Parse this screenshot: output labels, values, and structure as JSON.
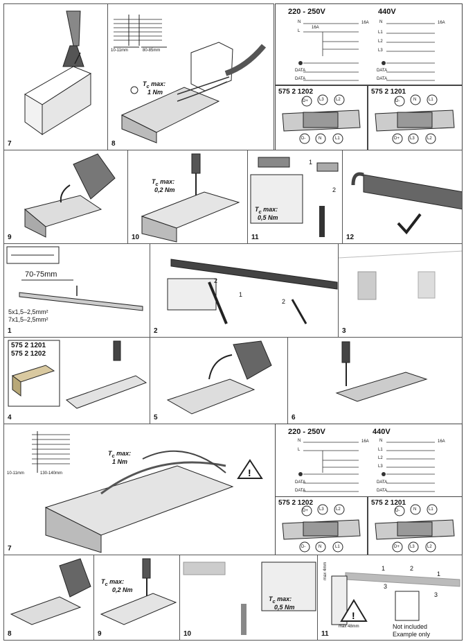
{
  "top": {
    "p7": {
      "num": "7"
    },
    "p8": {
      "num": "8",
      "dim1": "10-11mm",
      "dim2": "80-85mm",
      "tc_label": "T",
      "tc_sub": "c",
      "tc_suffix": " max:",
      "torque": "1 Nm"
    },
    "wiring": {
      "v1": "220 - 250V",
      "v2": "440V",
      "left_labels": [
        "N",
        "L"
      ],
      "right_labels": [
        "N",
        "L1",
        "L2",
        "L3"
      ],
      "fuse": "16A",
      "data": "DATA",
      "model_a": "575 2 1202",
      "model_b": "575 2 1201",
      "a_top": [
        "D+",
        "L3",
        "L2"
      ],
      "a_bottom": [
        "D-",
        "N",
        "L1"
      ],
      "b_top": [
        "D-",
        "N",
        "L1"
      ],
      "b_bottom": [
        "D+",
        "L3",
        "L2"
      ]
    }
  },
  "row2": {
    "p9": {
      "num": "9"
    },
    "p10": {
      "num": "10",
      "tc_label": "T",
      "tc_sub": "c",
      "tc_suffix": " max:",
      "torque": "0,2 Nm"
    },
    "p11": {
      "num": "11",
      "tc_label": "T",
      "tc_sub": "c",
      "tc_suffix": " max:",
      "torque": "0,5 Nm",
      "step1": "1",
      "step2": "2"
    },
    "p12": {
      "num": "12"
    }
  },
  "row3": {
    "p1": {
      "num": "1",
      "dim": "70-75mm",
      "wire1": "5x1,5–2,5mm²",
      "wire2": "7x1,5–2,5mm²"
    },
    "p2": {
      "num": "2",
      "s1": "1",
      "s2": "2",
      "s2b": "2"
    },
    "p3": {
      "num": "3"
    }
  },
  "row4": {
    "p4": {
      "num": "4",
      "model_b": "575 2 1201",
      "model_a": "575 2 1202"
    },
    "p5": {
      "num": "5"
    },
    "p6": {
      "num": "6"
    }
  },
  "row5": {
    "p7": {
      "num": "7",
      "dim1": "10-11mm",
      "dim2": "130-140mm",
      "tc_label": "T",
      "tc_sub": "c",
      "tc_suffix": " max:",
      "torque": "1 Nm"
    }
  },
  "row6": {
    "p8": {
      "num": "8"
    },
    "p9": {
      "num": "9",
      "tc_label": "T",
      "tc_sub": "c",
      "tc_suffix": " max:",
      "torque": "0,2 Nm"
    },
    "p10": {
      "num": "10",
      "tc_label": "T",
      "tc_sub": "c",
      "tc_suffix": " max:",
      "torque": "0,5 Nm"
    },
    "p11": {
      "num": "11",
      "max1": "max 4mm",
      "max2": "max 48mm",
      "s1": "1",
      "s2": "2",
      "s3": "3",
      "s3b": "3",
      "s1b": "1",
      "not_included": "Not included",
      "example": "Example only"
    }
  }
}
